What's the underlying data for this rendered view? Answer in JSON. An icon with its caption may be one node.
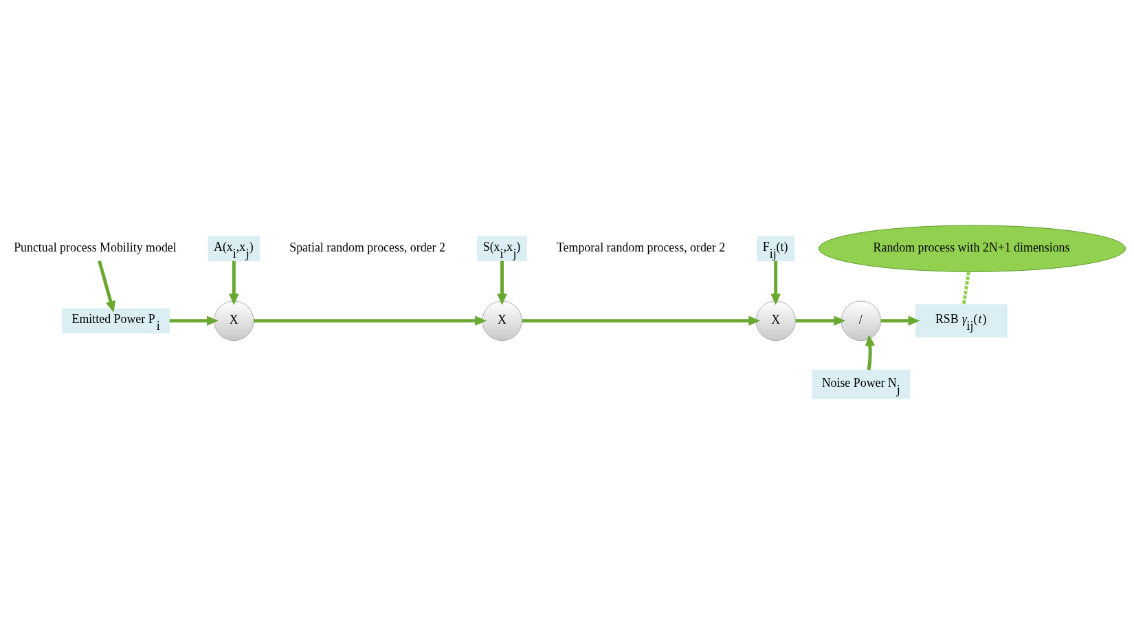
{
  "diagram": {
    "nodes": [
      {
        "text": [
          "Punctual process Mobility model"
        ]
      },
      {
        "text": [
          "Emitted Power P$_{i}$"
        ]
      },
      {
        "text": [
          "A(x$_{i}$,x$_{j}$)"
        ]
      },
      {
        "text": [
          "S(x$_{i}$,x$_{j}$)"
        ]
      },
      {
        "text": [
          "F$_{ij}$(t)"
        ]
      },
      {
        "text": [
          "X"
        ]
      },
      {
        "text": [
          "X"
        ]
      },
      {
        "text": [
          "X"
        ]
      },
      {
        "text": [
          "/"
        ]
      },
      {
        "text": [
          "RSB *γ*$_{ij}$(*t*)"
        ]
      },
      {
        "text": [
          "Noise Power N$_{j}$"
        ]
      },
      {
        "text": [
          "Random process with 2N+1 dimensions"
        ]
      }
    ],
    "edges": [
      {
        "from": 0,
        "to": 1,
        "arrow": "to"
      },
      {
        "from": 1,
        "to": 5,
        "arrow": "to"
      },
      {
        "from": 2,
        "to": 5,
        "arrow": "to"
      },
      {
        "from": 5,
        "to": 6,
        "arrow": "to"
      },
      {
        "from": 3,
        "to": 6,
        "arrow": "to"
      },
      {
        "from": 6,
        "to": 7,
        "arrow": "to"
      },
      {
        "from": 4,
        "to": 7,
        "arrow": "to"
      },
      {
        "from": 7,
        "to": 8,
        "arrow": "to"
      },
      {
        "from": 10,
        "to": 8,
        "arrow": "to"
      },
      {
        "from": 8,
        "to": 9,
        "arrow": "to"
      },
      {
        "from": 11,
        "to": 9,
        "arrow": "none",
        "style": "dashed",
        "color": "#8fd14f"
      }
    ],
    "labels": [
      "Spatial random process, order 2",
      "Temporal random process, order 2"
    ]
  }
}
